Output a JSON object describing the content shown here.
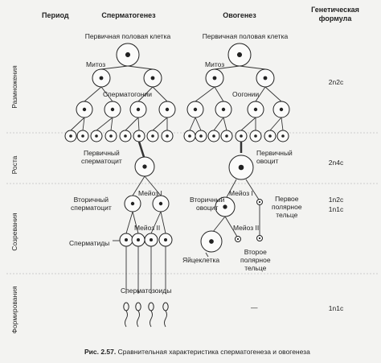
{
  "headers": {
    "period": "Период",
    "spermatogenesis": "Сперматогенез",
    "oogenesis": "Овогенез",
    "formula": "Генетическая\nформула"
  },
  "periods": {
    "reproduction": "Размножения",
    "growth": "Роста",
    "maturation": "Созревания",
    "formation": "Формирования"
  },
  "sperm_labels": {
    "primary_germ": "Первичная половая клетка",
    "mitosis": "Митоз",
    "spermatogonia": "Сперматогонии",
    "primary_spermatocyte": "Первичный\nсперматоцит",
    "meiosis1": "Мейоз I",
    "secondary_spermatocyte": "Вторичный\nсперматоцит",
    "meiosis2": "Мейоз II",
    "spermatids": "Сперматиды",
    "spermatozoa": "Сперматозоиды"
  },
  "oo_labels": {
    "primary_germ": "Первичная половая клетка",
    "mitosis": "Митоз",
    "oogonia": "Оогонии",
    "primary_oocyte": "Первичный\nовоцит",
    "meiosis1": "Мейоз I",
    "secondary_oocyte": "Вторичный\nовоцит",
    "first_polar": "Первое\nполярное\nтельце",
    "meiosis2": "Мейоз II",
    "egg": "Яйцеклетка",
    "second_polar": "Второе\nполярное\nтельце",
    "dash": "—"
  },
  "formulas": [
    "2n2c",
    "2n4c",
    "1n2c",
    "1n1c",
    "1n1c"
  ],
  "caption_bold": "Рис. 2.57.",
  "caption_text": " Сравнительная характеристика сперматогенеза и овогенеза"
}
